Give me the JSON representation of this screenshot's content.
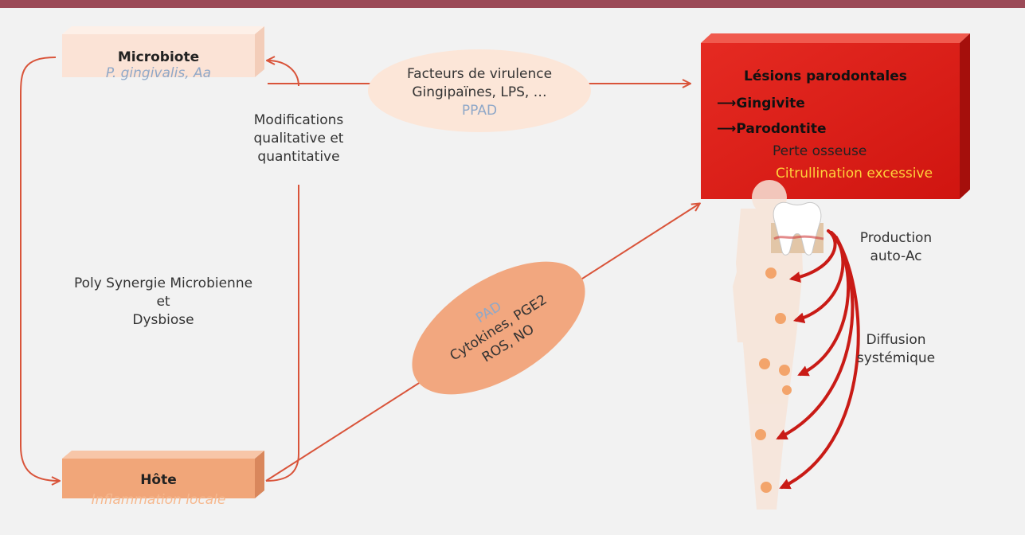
{
  "colors": {
    "accent_bar": "#9b4a57",
    "arrow": "#d9543a",
    "microbiote_box": "#fbe3d6",
    "hote_box": "#f1a679",
    "lesions_box": "#e3221d",
    "ellipse_top": "#fce6d8",
    "ellipse_mid": "#f2a77f",
    "highlight_text": "#ffd23a",
    "muted_blue_text": "#8fa8c8"
  },
  "microbiote": {
    "title": "Microbiote",
    "subtitle": "P. gingivalis, Aa"
  },
  "hote": {
    "title": "Hôte",
    "subtitle": "Inflammation locale"
  },
  "modifications": {
    "line1": "Modifications",
    "line2": "qualitative et",
    "line3": "quantitative"
  },
  "synergie": {
    "line1": "Poly Synergie Microbienne",
    "line2": "et",
    "line3": "Dysbiose"
  },
  "virulence": {
    "line1": "Facteurs de virulence",
    "line2": "Gingipaïnes, LPS, …",
    "line3": "PPAD"
  },
  "mediators": {
    "line1": "PAD",
    "line2": "Cytokines, PGE2",
    "line3": "ROS, NO"
  },
  "lesions": {
    "title": "Lésions parodontales",
    "item1": "Gingivite",
    "item2": "Parodontite",
    "item3": "Perte osseuse",
    "item4": "Citrullination excessive",
    "arrow_glyph": "⟶"
  },
  "production": {
    "line1": "Production",
    "line2": "auto-Ac"
  },
  "diffusion": {
    "line1": "Diffusion",
    "line2": "systémique"
  },
  "icons": [
    "tooth-icon",
    "human-body-silhouette-icon"
  ]
}
